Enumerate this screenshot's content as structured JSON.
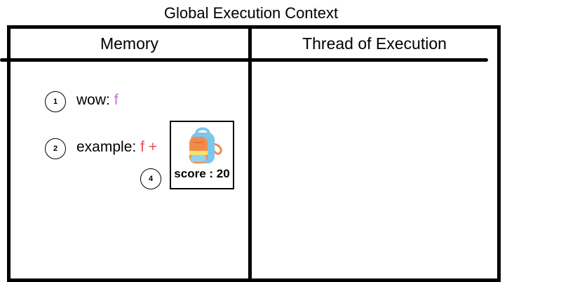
{
  "title": "Global Execution Context",
  "columns": {
    "memory_label": "Memory",
    "thread_label": "Thread of Execution"
  },
  "memory": {
    "entries": [
      {
        "step": "1",
        "name": "wow:",
        "value": "f"
      },
      {
        "step": "2",
        "name": "example:",
        "value": "f",
        "plus": "+"
      }
    ],
    "backpack": {
      "step": "4",
      "icon": "backpack-icon",
      "score_text": "score : 20"
    }
  },
  "colors": {
    "function_purple": "#c86ce0",
    "function_red": "#ef4d4d",
    "backpack_orange": "#f38a4a",
    "backpack_blue": "#7cc6ea",
    "backpack_yellow": "#f6e36f"
  }
}
